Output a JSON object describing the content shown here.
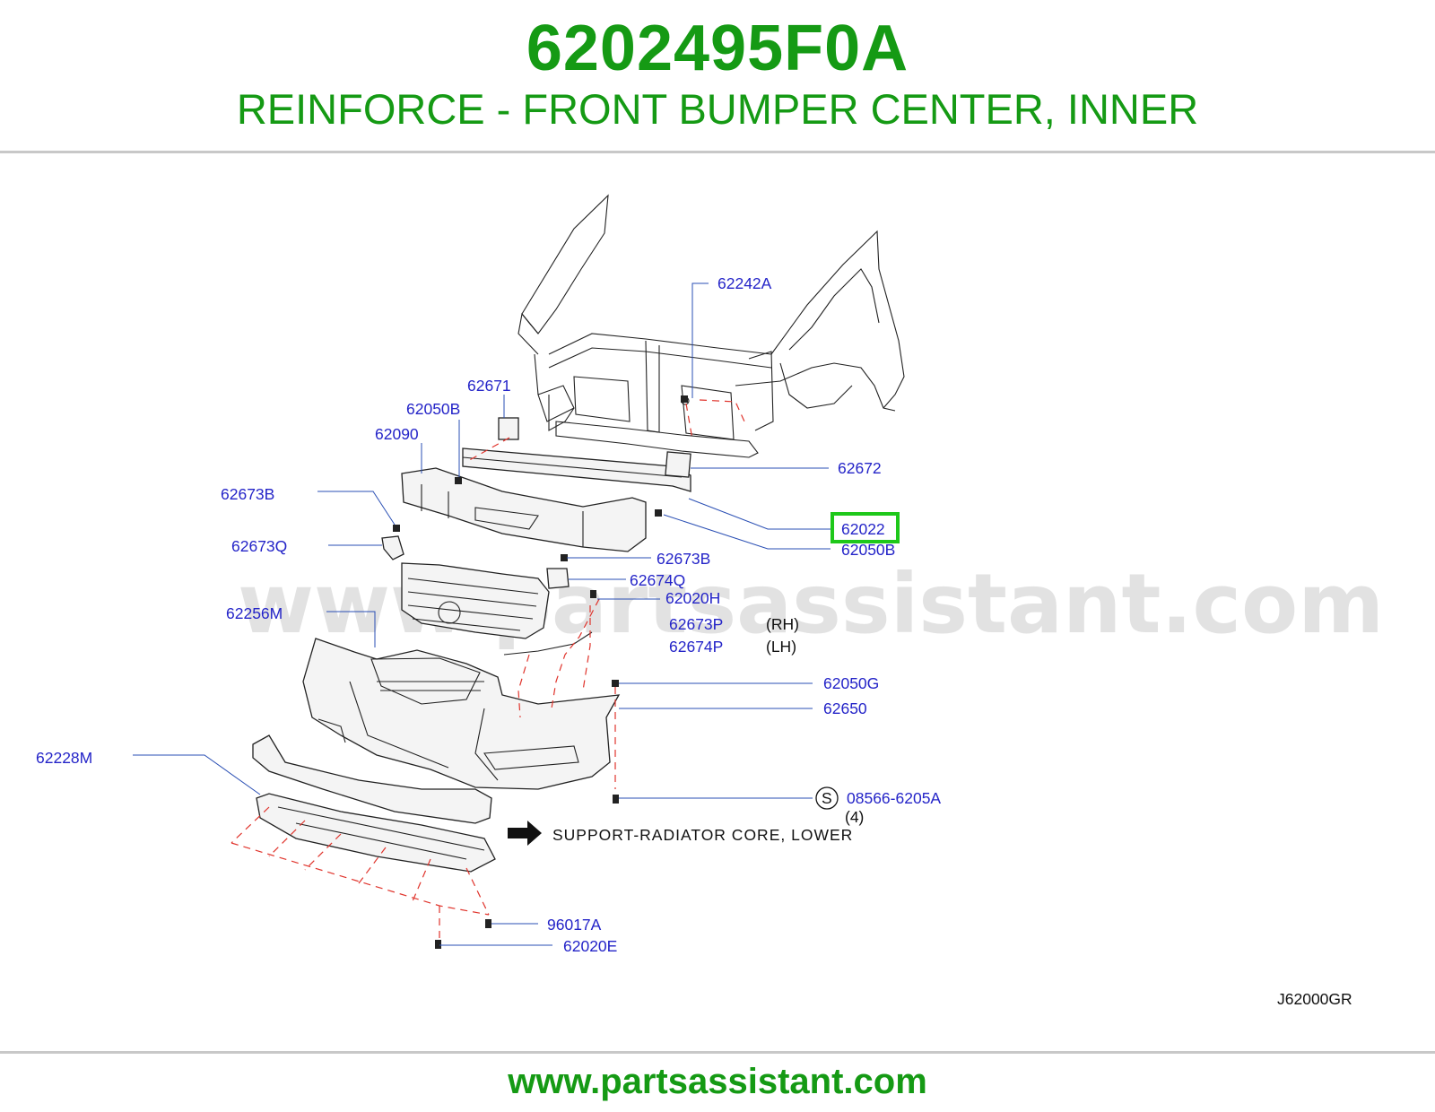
{
  "header": {
    "part_number": "6202495F0A",
    "description": "REINFORCE - FRONT BUMPER CENTER, INNER"
  },
  "watermark": "www.partsassistant.com",
  "diagram": {
    "highlighted_callout": "62022",
    "callouts": {
      "c62242A": "62242A",
      "c62671": "62671",
      "c62050B_top": "62050B",
      "c62090": "62090",
      "c62672": "62672",
      "c62673B_left": "62673B",
      "c62022": "62022",
      "c62050B_right": "62050B",
      "c62673Q": "62673Q",
      "c62673B_mid": "62673B",
      "c62674Q": "62674Q",
      "c62020H": "62020H",
      "c62256M": "62256M",
      "c62673P": "62673P",
      "c62674P": "62674P",
      "c62050G": "62050G",
      "c62650": "62650",
      "c62228M": "62228M",
      "c08566": "08566-6205A",
      "c96017A": "96017A",
      "c62020E": "62020E"
    },
    "notes": {
      "rh": "(RH)",
      "lh": "(LH)",
      "qty": "(4)",
      "s_mark": "S",
      "support": "SUPPORT-RADIATOR  CORE,  LOWER",
      "drawing_code": "J62000GR"
    },
    "colors": {
      "callout_text": "#2424c8",
      "highlight_border": "#1ec81a",
      "title_green": "#159a14"
    }
  },
  "footer": {
    "url": "www.partsassistant.com"
  }
}
